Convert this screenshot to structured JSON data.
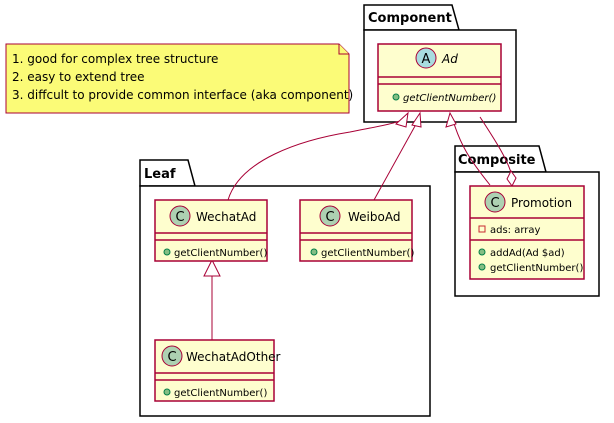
{
  "note": {
    "lines": [
      "1. good for complex tree structure",
      "2. easy to extend tree",
      "3. diffcult to provide common interface (aka component)"
    ]
  },
  "packages": {
    "component": {
      "label": "Component"
    },
    "leaf": {
      "label": "Leaf"
    },
    "composite": {
      "label": "Composite"
    }
  },
  "classes": {
    "ad": {
      "stereotype_letter": "A",
      "name": "Ad",
      "methods": [
        "getClientNumber()"
      ]
    },
    "wechat_ad": {
      "stereotype_letter": "C",
      "name": "WechatAd",
      "methods": [
        "getClientNumber()"
      ]
    },
    "weibo_ad": {
      "stereotype_letter": "C",
      "name": "WeiboAd",
      "methods": [
        "getClientNumber()"
      ]
    },
    "wechat_ad_other": {
      "stereotype_letter": "C",
      "name": "WechatAdOther",
      "methods": [
        "getClientNumber()"
      ]
    },
    "promotion": {
      "stereotype_letter": "C",
      "name": "Promotion",
      "fields": [
        "ads: array"
      ],
      "methods": [
        "addAd(Ad $ad)",
        "getClientNumber()"
      ]
    }
  },
  "colors": {
    "class_fill": "#FEFECE",
    "class_border": "#A80036",
    "note_fill": "#FBFB77",
    "abstract_circle": "#A9DCDF",
    "class_circle": "#ADD1B2"
  }
}
